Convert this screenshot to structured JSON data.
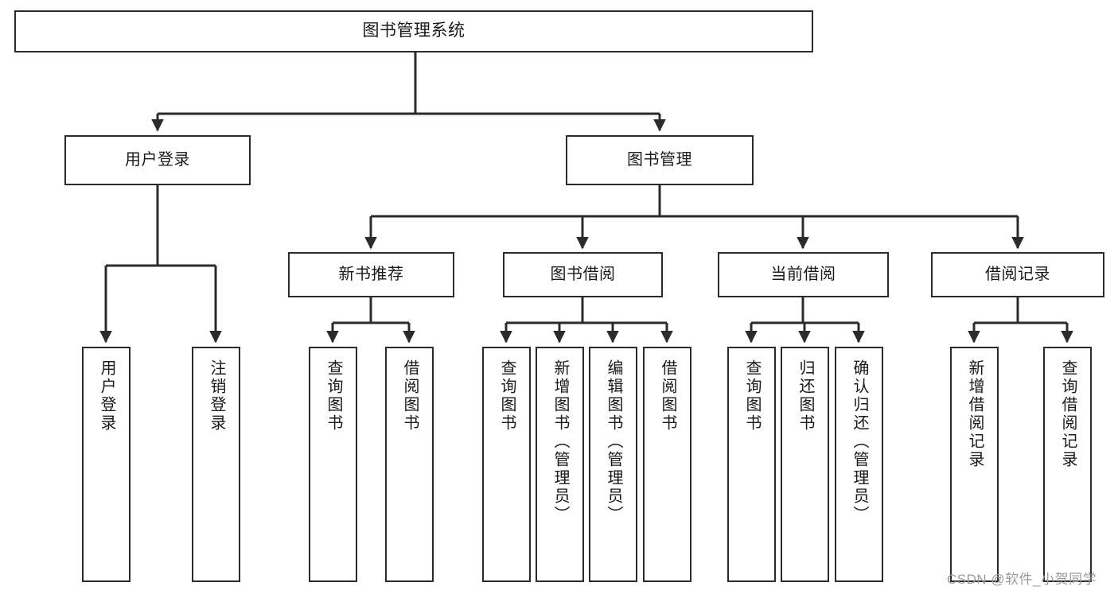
{
  "diagram": {
    "title": "图书管理系统",
    "type": "tree-hierarchy-chart",
    "root": {
      "label": "图书管理系统"
    },
    "level1": [
      {
        "label": "用户登录"
      },
      {
        "label": "图书管理"
      }
    ],
    "level2": [
      {
        "label": "新书推荐"
      },
      {
        "label": "图书借阅"
      },
      {
        "label": "当前借阅"
      },
      {
        "label": "借阅记录"
      }
    ],
    "leaves": {
      "user_login": [
        {
          "label": "用户登录"
        },
        {
          "label": "注销登录"
        }
      ],
      "new_book_recommend": [
        {
          "label": "查询图书"
        },
        {
          "label": "借阅图书"
        }
      ],
      "book_borrow": [
        {
          "label": "查询图书"
        },
        {
          "label": "新增图书（管理员）"
        },
        {
          "label": "编辑图书（管理员）"
        },
        {
          "label": "借阅图书"
        }
      ],
      "current_borrow": [
        {
          "label": "查询图书"
        },
        {
          "label": "归还图书"
        },
        {
          "label": "确认归还（管理员）"
        }
      ],
      "borrow_record": [
        {
          "label": "新增借阅记录"
        },
        {
          "label": "查询借阅记录"
        }
      ]
    }
  },
  "watermark": {
    "text": "CSDN @软件_小贺同学"
  },
  "colors": {
    "stroke": "#2b2b2b",
    "fill": "#ffffff",
    "text": "#1a1a1a",
    "watermark": "#9a9a9a"
  }
}
